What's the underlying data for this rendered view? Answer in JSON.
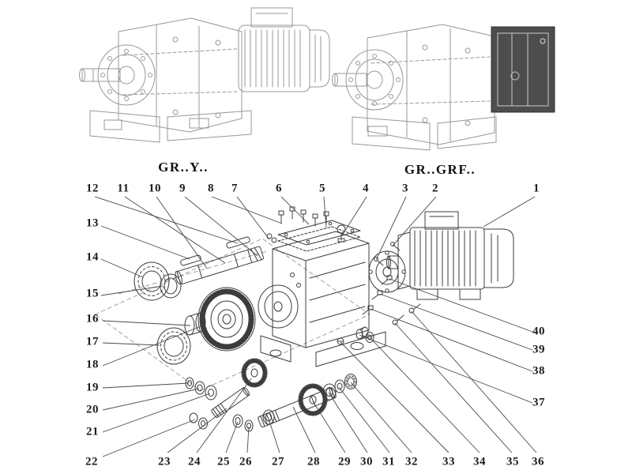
{
  "page": {
    "background": "#ffffff",
    "exploded_line_color": "#3c3c3c",
    "assembled_line_color": "#98989b",
    "dark_cover_color": "#4d4d4d",
    "leader_line_color": "#4a4a4a"
  },
  "variant_labels": {
    "left": "GR..Y..",
    "right": "GR..GRF.."
  },
  "callouts": {
    "c1": "1",
    "c2": "2",
    "c3": "3",
    "c4": "4",
    "c5": "5",
    "c6": "6",
    "c7": "7",
    "c8": "8",
    "c9": "9",
    "c10": "10",
    "c11": "11",
    "c12": "12",
    "c13": "13",
    "c14": "14",
    "c15": "15",
    "c16": "16",
    "c17": "17",
    "c18": "18",
    "c19": "19",
    "c20": "20",
    "c21": "21",
    "c22": "22",
    "c23": "23",
    "c24": "24",
    "c25": "25",
    "c26": "26",
    "c27": "27",
    "c28": "28",
    "c29": "29",
    "c30": "30",
    "c31": "31",
    "c32": "32",
    "c33": "33",
    "c34": "34",
    "c35": "35",
    "c36": "36",
    "c37": "37",
    "c38": "38",
    "c39": "39",
    "c40": "40"
  }
}
